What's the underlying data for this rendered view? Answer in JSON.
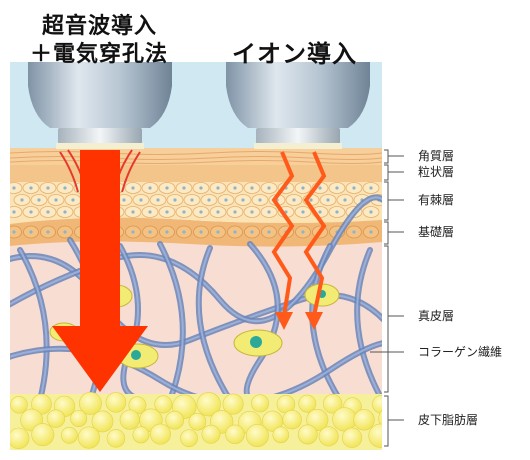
{
  "titles": {
    "left_line1": "超音波導入",
    "left_line2": "＋電気穿孔法",
    "right": "イオン導入"
  },
  "layers": [
    {
      "key": "horny",
      "label": "角質層"
    },
    {
      "key": "granular",
      "label": "粒状層"
    },
    {
      "key": "spinous",
      "label": "有棘層"
    },
    {
      "key": "basal",
      "label": "基礎層"
    },
    {
      "key": "dermis",
      "label": "真皮層"
    },
    {
      "key": "collagen",
      "label": "コラーゲン繊維"
    },
    {
      "key": "subcutis",
      "label": "皮下脂肪層"
    }
  ],
  "colors": {
    "sky": "#cfe8f1",
    "probe_metal": "#a9bccc",
    "probe_tip": "#e8eef2",
    "horny": "#f6cf9b",
    "granular": "#f4c58a",
    "spinous": "#fbe3b4",
    "basal": "#f0b777",
    "dermis": "#f8ddd2",
    "fiber": "#6a85b8",
    "fat": "#f3ec74",
    "arrow": "#ff3300",
    "zigzag": "#ff5a1a"
  }
}
